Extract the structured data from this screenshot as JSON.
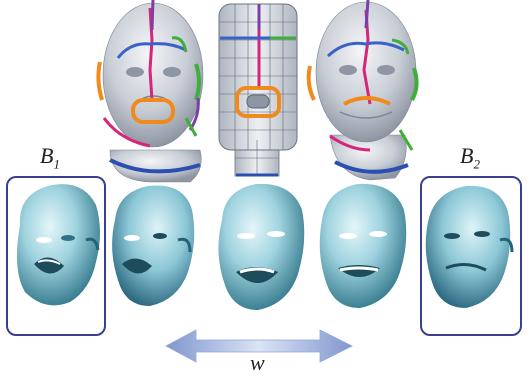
{
  "figure": {
    "labels": {
      "b1": {
        "letter": "B",
        "subscript": "1"
      },
      "b2": {
        "letter": "B",
        "subscript": "2"
      },
      "weight": "w"
    },
    "top_row": [
      {
        "name": "source-head-with-feature-curves"
      },
      {
        "name": "parameter-domain-grid"
      },
      {
        "name": "target-head-with-feature-curves"
      }
    ],
    "bottom_row": [
      {
        "name": "blendshape-b1",
        "framed": true
      },
      {
        "name": "interpolated-face-1",
        "framed": false
      },
      {
        "name": "interpolated-face-2",
        "framed": false
      },
      {
        "name": "interpolated-face-3",
        "framed": false
      },
      {
        "name": "blendshape-b2",
        "framed": true
      }
    ],
    "colors": {
      "frame": "#3b3f8f",
      "face_light": "#bfe6ee",
      "face_dark": "#2e7488",
      "head_grey": "#c9ced6",
      "curve_magenta": "#d6267a",
      "curve_blue": "#3a63c8",
      "curve_green": "#3fae3a",
      "curve_orange": "#f08a1c",
      "curve_purple": "#7b3fa6",
      "curve_darkblue": "#2a4fb0",
      "arrow": "#8fa8d8"
    }
  }
}
